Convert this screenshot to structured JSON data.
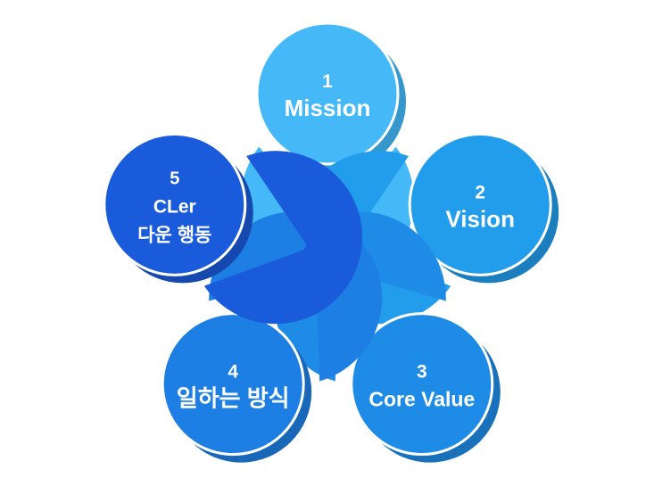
{
  "diagram": {
    "type": "five-petal-flower",
    "petals": [
      {
        "number": "1",
        "lines": [
          "Mission"
        ],
        "color": "#45B9F8",
        "shadow": "#3597CC"
      },
      {
        "number": "2",
        "lines": [
          "Vision"
        ],
        "color": "#219DEB",
        "shadow": "#1B7FBF"
      },
      {
        "number": "3",
        "lines": [
          "Core Value"
        ],
        "color": "#1E8CE6",
        "shadow": "#1871BA"
      },
      {
        "number": "4",
        "lines": [
          "일하는 방식"
        ],
        "color": "#1D7FE3",
        "shadow": "#1867B8"
      },
      {
        "number": "5",
        "lines": [
          "CLer",
          "다운 행동"
        ],
        "color": "#1A5BDB",
        "shadow": "#1549B0"
      }
    ],
    "ring_color": "#FFFFFF",
    "background": "#FFFFFF"
  }
}
